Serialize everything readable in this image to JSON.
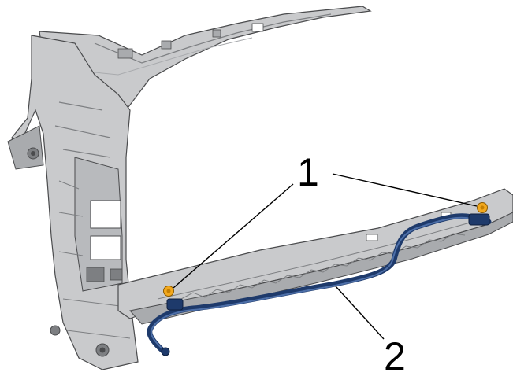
{
  "callouts": [
    {
      "id": "1",
      "label": "1",
      "part": "mounting-clip"
    },
    {
      "id": "2",
      "label": "2",
      "part": "pipe-line"
    }
  ],
  "colors": {
    "background": "#ffffff",
    "frame_fill": "#c9cacc",
    "frame_shade": "#a9abae",
    "frame_dark": "#7d7f82",
    "frame_outline": "#4a4b4d",
    "pipe": "#1e3a6b",
    "pipe_highlight": "#4d6fa8",
    "clip": "#f2a81d",
    "leader": "#000000"
  }
}
